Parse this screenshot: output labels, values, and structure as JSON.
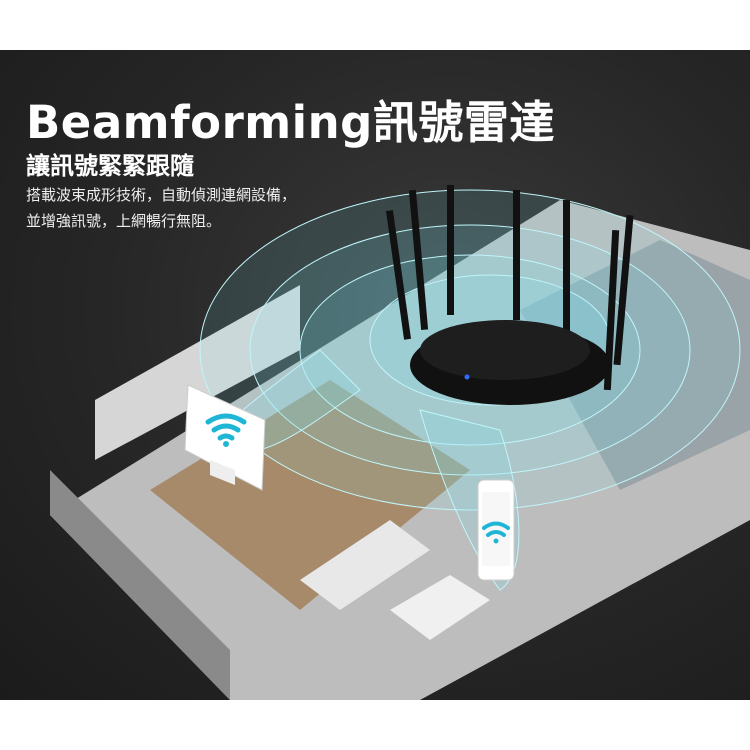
{
  "headline": "Beamforming訊號雷達",
  "subheadline": "讓訊號緊緊跟隨",
  "description": [
    "搭載波束成形技術，自動偵測連網設備，",
    "並增強訊號，上網暢行無阻。"
  ],
  "colors": {
    "background": "#262626",
    "signal": "#7fe3ee",
    "wifi_icon": "#1fb6d6",
    "router": "#111111"
  }
}
